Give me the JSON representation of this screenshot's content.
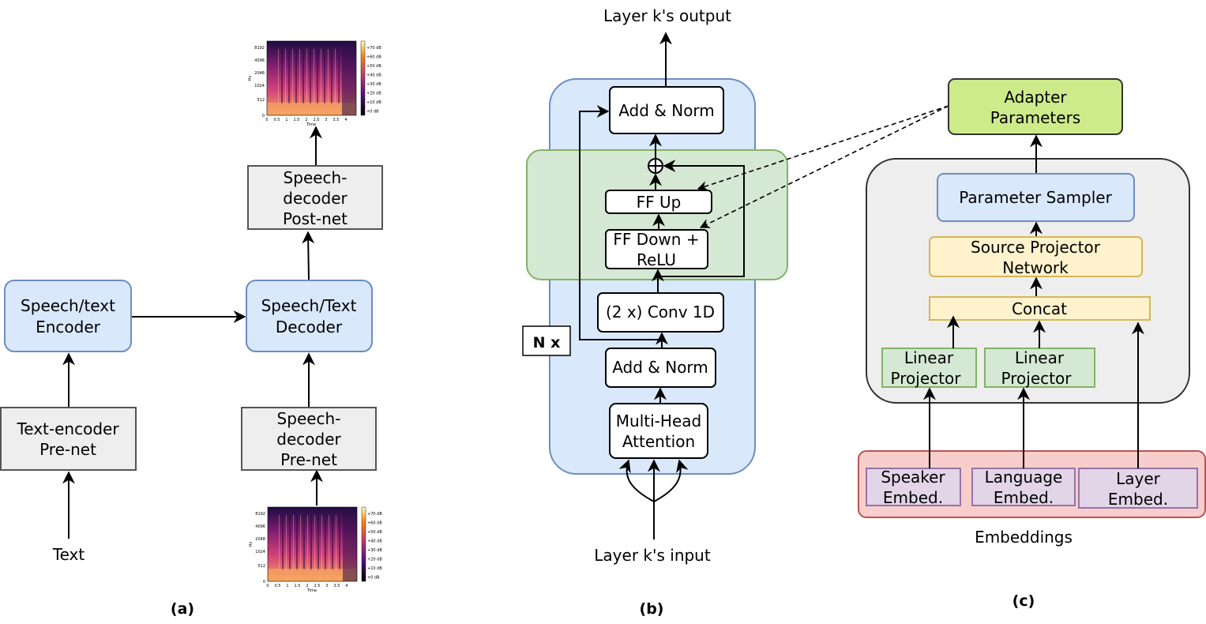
{
  "panel_a": {
    "caption": "(a)",
    "text_input": "Text",
    "text_prenet": [
      "Text-encoder",
      "Pre-net"
    ],
    "encoder": [
      "Speech/text",
      "Encoder"
    ],
    "decoder": [
      "Speech/Text",
      "Decoder"
    ],
    "speech_prenet": [
      "Speech-",
      "decoder",
      "Pre-net"
    ],
    "speech_postnet": [
      "Speech-",
      "decoder",
      "Post-net"
    ],
    "spectrogram": {
      "y_ticks": [
        "8192",
        "4096",
        "2048",
        "1024",
        "512",
        "0"
      ],
      "x_ticks": [
        "0",
        "0.5",
        "1",
        "1.5",
        "2",
        "2.5",
        "3",
        "3.5",
        "4"
      ],
      "xlabel": "Time",
      "ylabel": "Hz",
      "colorbar_ticks": [
        "+70 dB",
        "+60 dB",
        "+50 dB",
        "+40 dB",
        "+30 dB",
        "+20 dB",
        "+10 dB",
        "+0 dB"
      ]
    }
  },
  "panel_b": {
    "caption": "(b)",
    "output_label": "Layer k's output",
    "input_label": "Layer k's input",
    "repeat_label": "N x",
    "add_norm_top": "Add & Norm",
    "ff_up": "FF Up",
    "ff_down": [
      "FF Down +",
      "ReLU"
    ],
    "conv": "(2 x) Conv 1D",
    "add_norm_bottom": "Add & Norm",
    "attention": [
      "Multi-Head",
      "Attention"
    ]
  },
  "panel_c": {
    "caption": "(c)",
    "adapter_params": [
      "Adapter",
      "Parameters"
    ],
    "param_sampler": "Parameter Sampler",
    "source_projector": [
      "Source Projector",
      "Network"
    ],
    "concat": "Concat",
    "linear_projector_1": [
      "Linear",
      "Projector"
    ],
    "linear_projector_2": [
      "Linear",
      "Projector"
    ],
    "speaker_embed": [
      "Speaker",
      "Embed."
    ],
    "language_embed": [
      "Language",
      "Embed."
    ],
    "layer_embed": [
      "Layer",
      "Embed."
    ],
    "embeddings_label": "Embeddings"
  },
  "colors": {
    "blue_fill": "#dae8fc",
    "blue_stroke": "#6c8ebf",
    "green_fill": "#d5e8d4",
    "green_stroke": "#82b366",
    "gray_fill": "#eeeeee",
    "gray_stroke": "#555555",
    "yellow_fill": "#fff2cc",
    "yellow_stroke": "#d6b656",
    "lime_fill": "#cdeb8b",
    "red_fill": "#f8cecc",
    "red_stroke": "#b85450",
    "purple_fill": "#e1d5e7",
    "purple_stroke": "#9673a6"
  }
}
